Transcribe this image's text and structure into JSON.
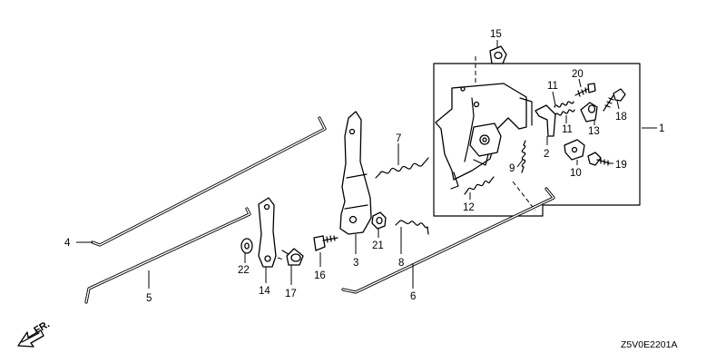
{
  "diagram_code": "Z5V0E2201A",
  "direction_label": "FR.",
  "callouts": {
    "c1": "1",
    "c2": "2",
    "c3": "3",
    "c4": "4",
    "c5": "5",
    "c6": "6",
    "c7": "7",
    "c8": "8",
    "c9": "9",
    "c10": "10",
    "c11a": "11",
    "c11b": "11",
    "c12": "12",
    "c13": "13",
    "c14": "14",
    "c15": "15",
    "c16": "16",
    "c17": "17",
    "c18": "18",
    "c19": "19",
    "c20": "20",
    "c21": "21",
    "c22": "22"
  }
}
